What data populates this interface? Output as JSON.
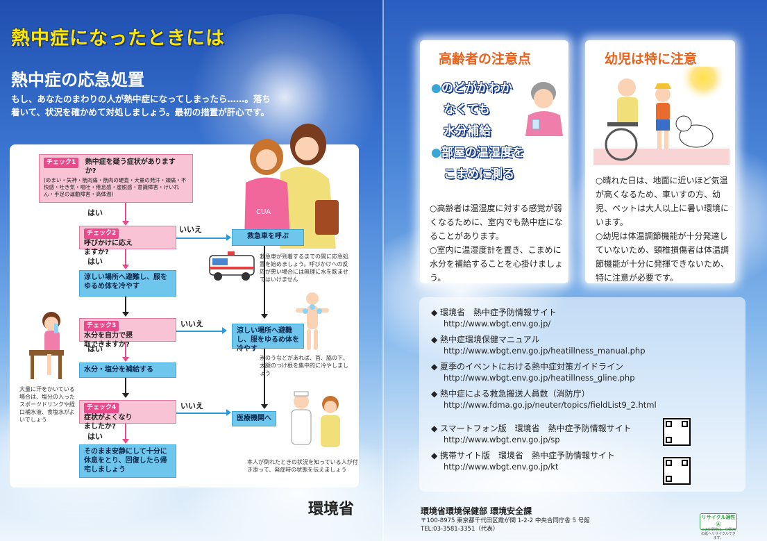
{
  "left": {
    "title": "熱中症になったときには",
    "subtitle": "熱中症の応急処置",
    "intro": "もし、あなたのまわりの人が熱中症になってしまったら……。落ち着いて、状況を確かめて対処しましょう。最初の措置が肝心です。",
    "flow": {
      "check1_tag": "チェック1",
      "check1_q": "熱中症を疑う症状がありますか?",
      "check1_symptoms": "(めまい・失神・筋肉痛・筋肉の硬直・大量の発汗・頭痛・不快感・吐き気・嘔吐・倦怠感・虚脱感・意識障害・けいれん・手足の運動障害・高体温)",
      "yes": "はい",
      "no": "いいえ",
      "check2_tag": "チェック2",
      "check2_q": "呼びかけに応えますか?",
      "ambulance": "救急車を呼ぶ",
      "ambulance_note": "救急車が到着するまでの間に応急処置を始めましょう。呼びかけへの反応が悪い場合には無理に水を飲ませてはいけません",
      "cool_place": "涼しい場所へ避難し、服をゆるめ体を冷やす",
      "check3_tag": "チェック3",
      "check3_q": "水分を自力で摂取できますか?",
      "cool_place2": "涼しい場所へ避難し、服をゆるめ体を冷やす",
      "cool_note": "氷のうなどがあれば、首、脇の下、太腿のつけ根を集中的に冷やしましょう",
      "water_salt": "水分・塩分を補給する",
      "side_note": "大量に汗をかいている場合は、塩分の入ったスポーツドリンクや経口補水液、食塩水がよいでしょう",
      "check4_tag": "チェック4",
      "check4_q": "症状がよくなりましたか?",
      "hospital": "医療機関へ",
      "hospital_note": "本人が倒れたときの状況を知っている人が付き添って、発症時の状態を伝えましょう",
      "rest": "そのまま安静にして十分に休息をとり、回復したら帰宅しましょう"
    },
    "ministry": "環境省"
  },
  "right": {
    "elderly": {
      "heading": "高齢者の注意点",
      "line1": "のどがかわか",
      "line2": "なくても",
      "line3": "水分補給",
      "line4": "部屋の温湿度を",
      "line5": "こまめに測る",
      "text1": "○高齢者は温湿度に対する感覚が弱くなるために、室内でも熱中症になることがあります。",
      "text2": "○室内に温湿度計を置き、こまめに水分を補給することを心掛けましょう。"
    },
    "infant": {
      "heading": "幼児は特に注意",
      "text1": "○晴れた日は、地面に近いほど気温が高くなるため、車いすの方、幼児、ペットは大人以上に暑い環境にいます。",
      "text2": "○幼児は体温調節機能が十分発達していないため、頸椎損傷者は体温調節機能が十分に発揮できないため、特に注意が必要です。"
    },
    "links": [
      {
        "title": "◆ 環境省　熱中症予防情報サイト",
        "url": "http://www.wbgt.env.go.jp/"
      },
      {
        "title": "◆ 熱中症環境保健マニュアル",
        "url": "http://www.wbgt.env.go.jp/heatillness_manual.php"
      },
      {
        "title": "◆ 夏季のイベントにおける熱中症対策ガイドライン",
        "url": "http://www.wbgt.env.go.jp/heatillness_gline.php"
      },
      {
        "title": "◆ 熱中症による救急搬送人員数（消防庁）",
        "url": "http://www.fdma.go.jp/neuter/topics/fieldList9_2.html"
      },
      {
        "title": "◆ スマートフォン版　環境省　熱中症予防情報サイト",
        "url": "http://www.wbgt.env.go.jp/sp"
      },
      {
        "title": "◆ 携帯サイト版　環境省　熱中症予防情報サイト",
        "url": "http://www.wbgt.env.go.jp/kt"
      }
    ],
    "footer": {
      "org": "環境省環境保健部 環境安全課",
      "address": "〒100-8975 東京都千代田区霞が関 1-2-2 中央合同庁舎 5 号館",
      "tel": "TEL:03-3581-3351（代表）",
      "recycle": "リサイクル適性Ⓐ",
      "recycle_note": "この印刷物は、印刷用の紙へリサイクルできます。"
    }
  }
}
